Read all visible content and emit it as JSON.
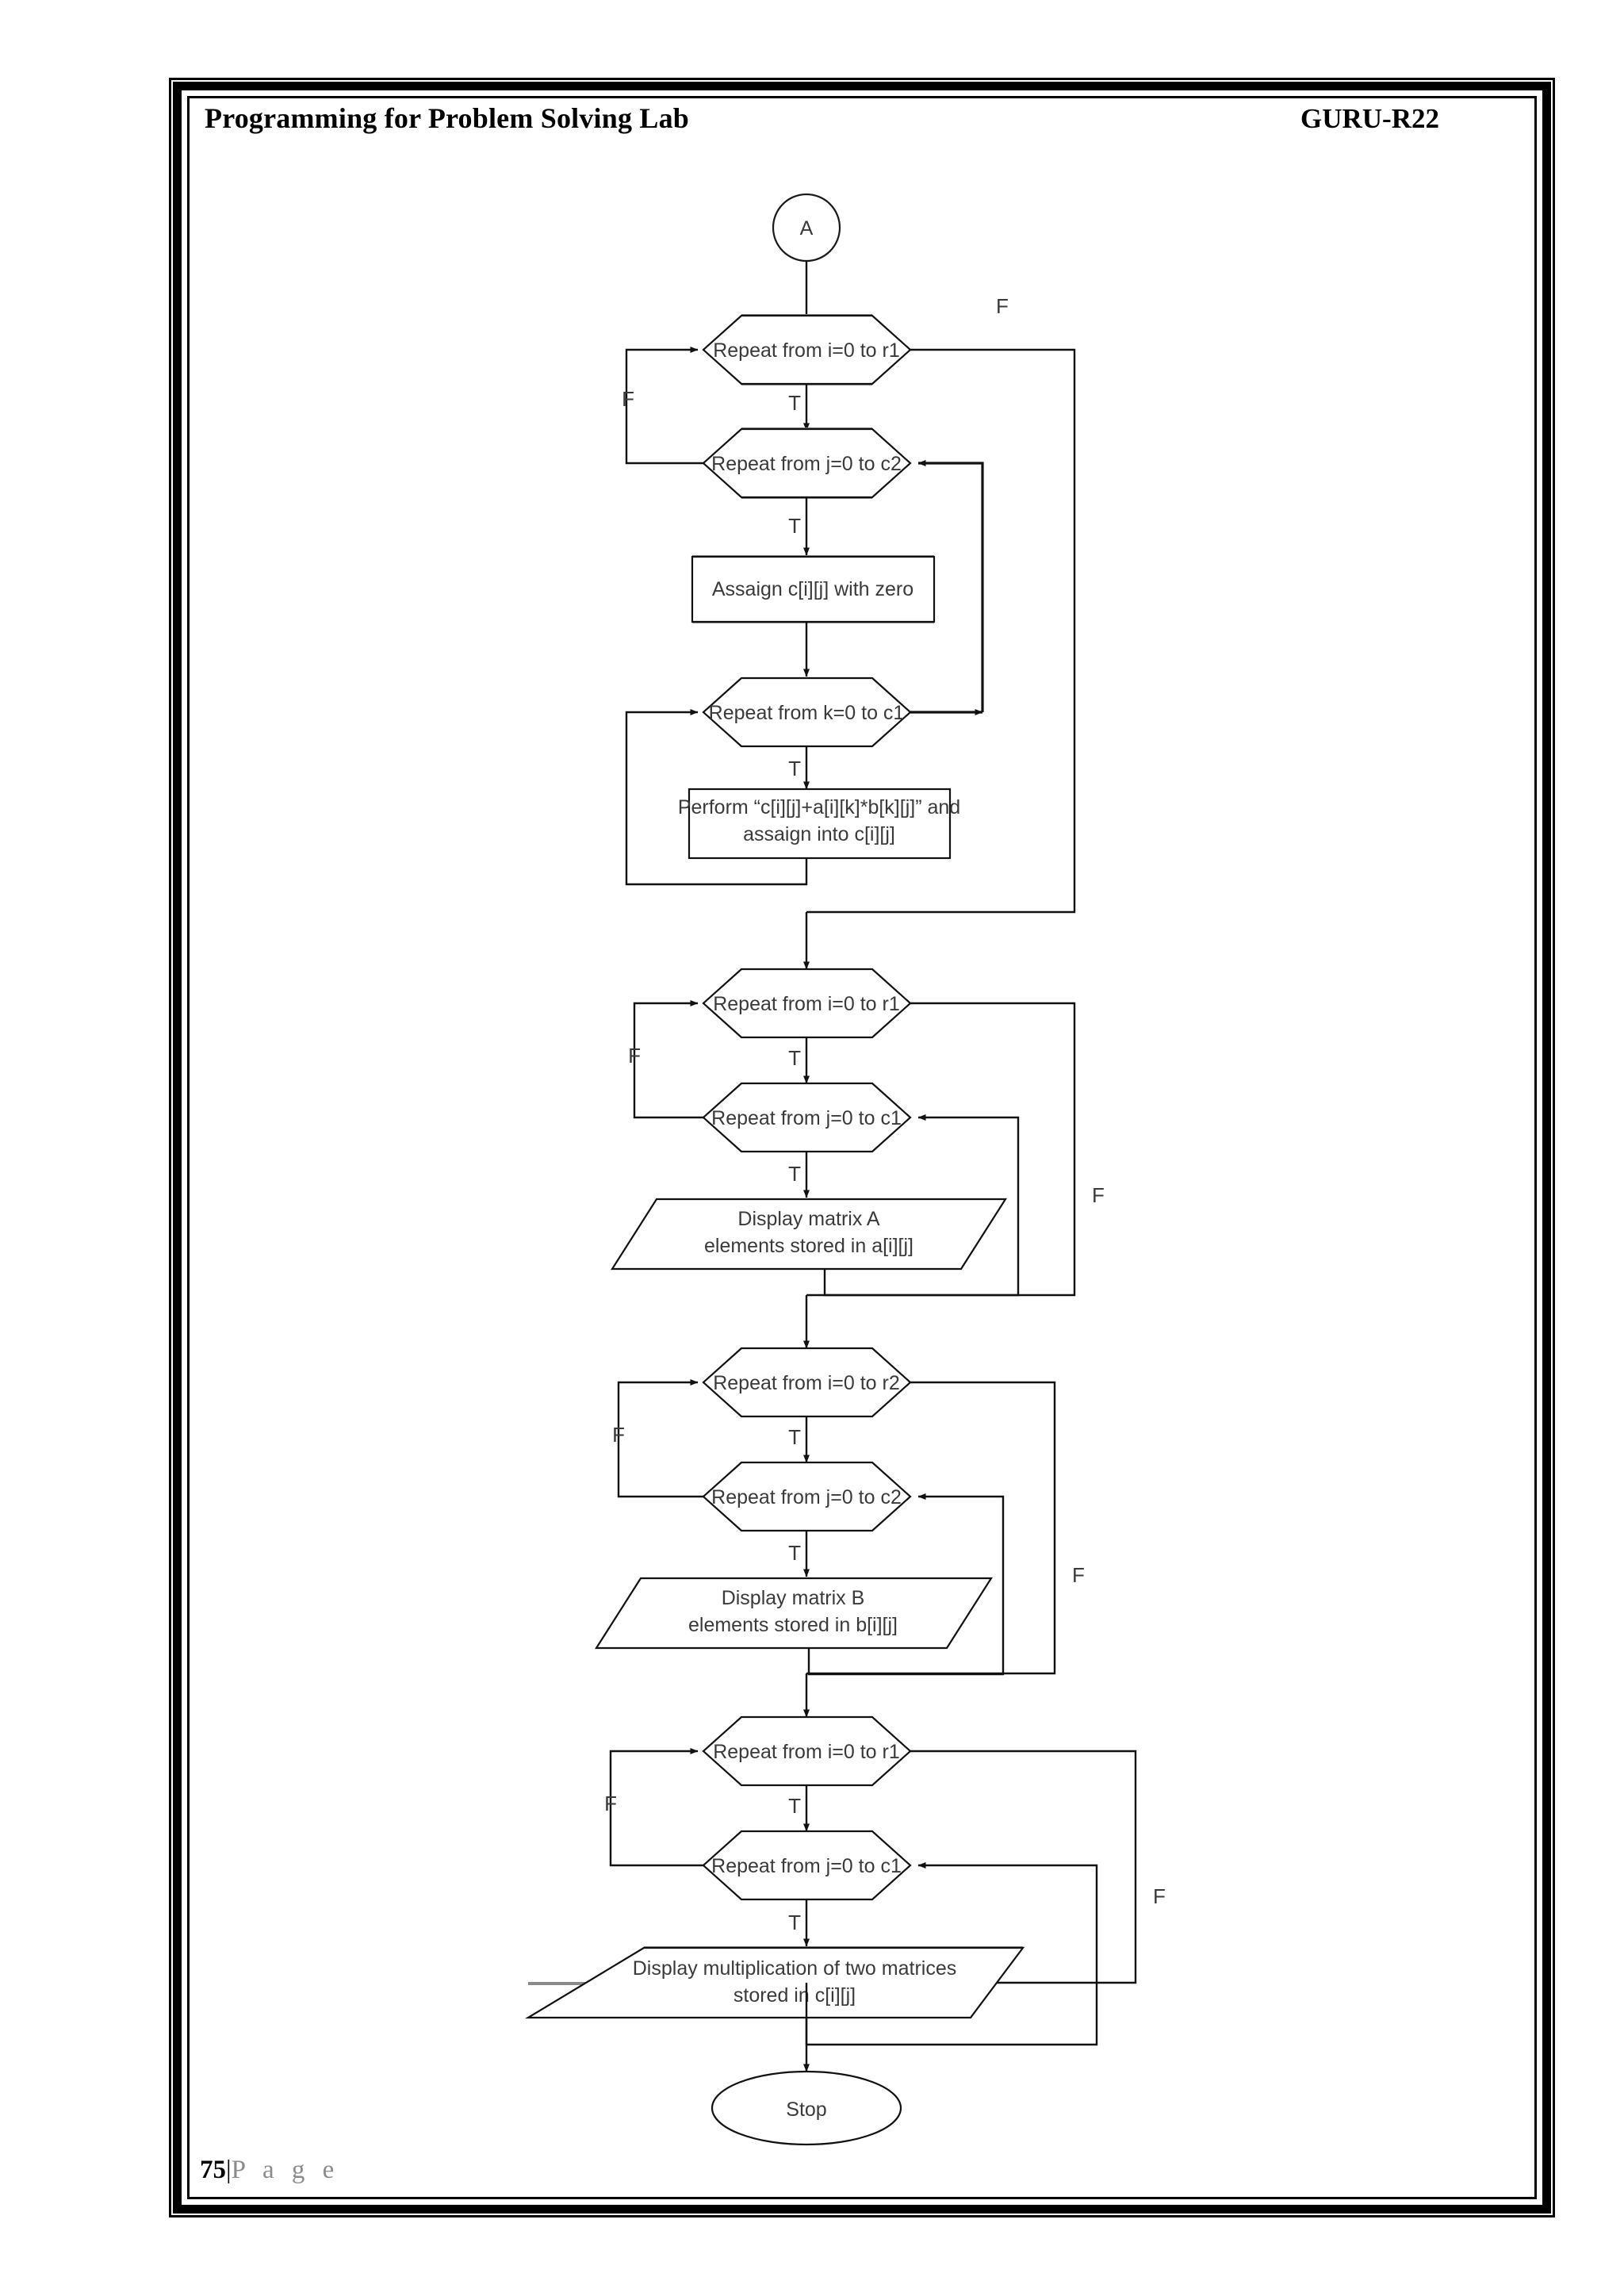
{
  "document": {
    "header": {
      "title": "Programming for Problem Solving Lab",
      "code": "GURU-R22"
    },
    "footer": {
      "page_number": "75",
      "separator": "|",
      "page_word": "P a g e"
    }
  },
  "flowchart": {
    "title": "Matrix multiplication flowchart (continued)",
    "connector_label": "A",
    "terminator_label": "Stop",
    "branch_true": "T",
    "branch_false": "F",
    "nodes": [
      {
        "id": "n1",
        "type": "connector",
        "text": "A"
      },
      {
        "id": "n2",
        "type": "loop",
        "text": "Repeat from i=0 to r1"
      },
      {
        "id": "n3",
        "type": "loop",
        "text": "Repeat from j=0 to c2"
      },
      {
        "id": "n4",
        "type": "process",
        "text": "Assaign c[i][j] with zero"
      },
      {
        "id": "n5",
        "type": "loop",
        "text": "Repeat from k=0 to c1"
      },
      {
        "id": "n6",
        "type": "process",
        "text_line1": "Perform “c[i][j]+a[i][k]*b[k][j]” and",
        "text_line2": "assaign into c[i][j]"
      },
      {
        "id": "n7",
        "type": "loop",
        "text": "Repeat from i=0 to r1"
      },
      {
        "id": "n8",
        "type": "loop",
        "text": "Repeat from j=0 to c1"
      },
      {
        "id": "n9",
        "type": "input-output",
        "text_line1": "Display matrix A",
        "text_line2": "elements stored in a[i][j]"
      },
      {
        "id": "n10",
        "type": "loop",
        "text": "Repeat from i=0 to r2"
      },
      {
        "id": "n11",
        "type": "loop",
        "text": "Repeat from j=0 to c2"
      },
      {
        "id": "n12",
        "type": "input-output",
        "text_line1": "Display matrix B",
        "text_line2": "elements stored in b[i][j]"
      },
      {
        "id": "n13",
        "type": "loop",
        "text": "Repeat from i=0 to r1"
      },
      {
        "id": "n14",
        "type": "loop",
        "text": "Repeat from j=0 to c1"
      },
      {
        "id": "n15",
        "type": "input-output",
        "text_line1": "Display multiplication of two matrices",
        "text_line2": "stored in c[i][j]"
      },
      {
        "id": "n16",
        "type": "terminator",
        "text": "Stop"
      }
    ],
    "edge_labels": [
      {
        "id": "e1",
        "text": "F"
      },
      {
        "id": "e2",
        "text": "F"
      },
      {
        "id": "e3",
        "text": "T"
      },
      {
        "id": "e4",
        "text": "T"
      },
      {
        "id": "e5",
        "text": "T"
      },
      {
        "id": "e6",
        "text": "F"
      },
      {
        "id": "e7",
        "text": "T"
      },
      {
        "id": "e8",
        "text": "T"
      },
      {
        "id": "e9",
        "text": "F"
      },
      {
        "id": "e10",
        "text": "F"
      },
      {
        "id": "e11",
        "text": "T"
      },
      {
        "id": "e12",
        "text": "T"
      },
      {
        "id": "e13",
        "text": "F"
      },
      {
        "id": "e14",
        "text": "F"
      },
      {
        "id": "e15",
        "text": "T"
      },
      {
        "id": "e16",
        "text": "T"
      },
      {
        "id": "e17",
        "text": "F"
      }
    ]
  },
  "colors": {
    "ink": "#111111",
    "text": "#3a3a3a",
    "shadow": "#8a8a8a",
    "footer_gray": "#8b8b8b",
    "paper": "#ffffff"
  }
}
